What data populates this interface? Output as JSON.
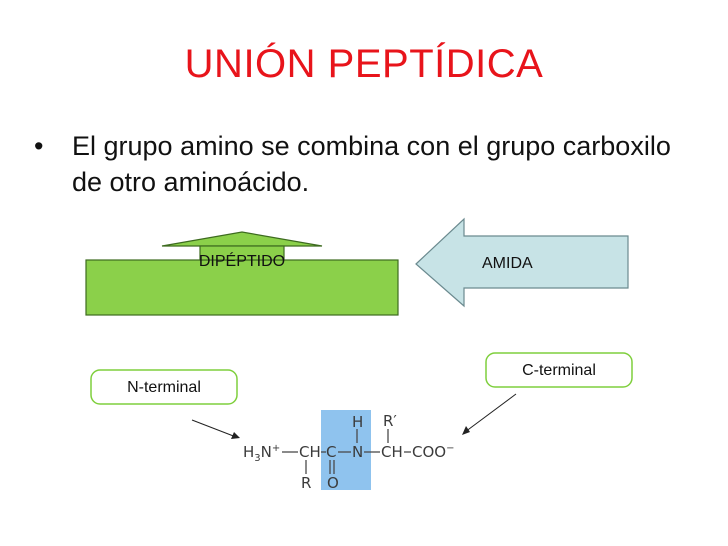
{
  "slide": {
    "title": "UNIÓN PEPTÍDICA",
    "bullet": "El grupo amino se combina con el grupo carboxilo de otro aminoácido."
  },
  "labels": {
    "dipeptido": "DIPÉPTIDO",
    "amida": "AMIDA",
    "n_terminal": "N-terminal",
    "c_terminal": "C-terminal"
  },
  "molecule": {
    "h3n": "H",
    "h3n_sub": "3",
    "n_plus": "N",
    "plus": "+",
    "ch1": "CH",
    "c": "C",
    "n": "N",
    "ch2": "CH",
    "coo": "COO",
    "minus": "−",
    "h": "H",
    "r_prime": "R′",
    "r": "R",
    "o": "O"
  },
  "colors": {
    "title": "#e8141b",
    "green_box": "#8bd04a",
    "amida_arrow": "#c7e3e6",
    "highlight": "#8fc3ee"
  }
}
